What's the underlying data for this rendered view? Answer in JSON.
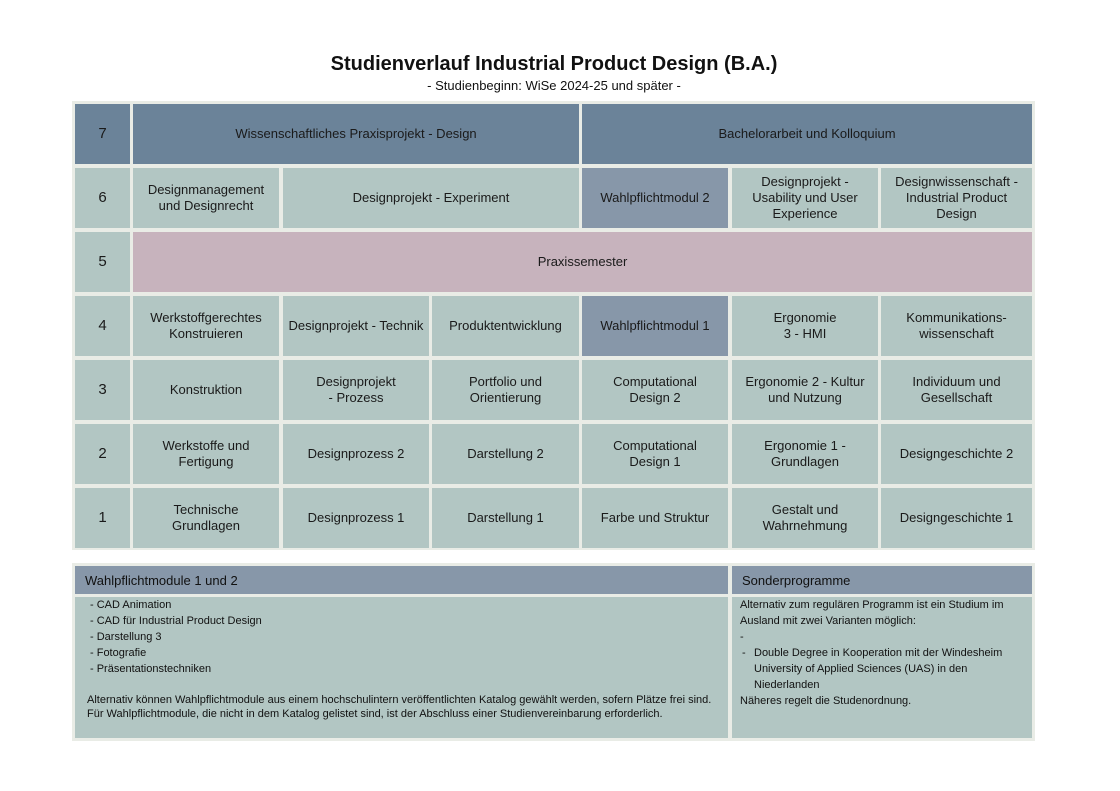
{
  "header": {
    "title": "Studienverlauf Industrial Product Design (B.A.)",
    "subtitle": "- Studienbeginn: WiSe 2024-25 und später -"
  },
  "semesters": {
    "s7": {
      "label": "7",
      "mod1": "Wissenschaftliches Praxisprojekt - Design",
      "mod2": "Bachelorarbeit und Kolloquium"
    },
    "s6": {
      "label": "6",
      "mod1": "Designmanagement und Designrecht",
      "mod2": "Designprojekt - Experiment",
      "mod3": "Wahlpflichtmodul 2",
      "mod4": "Designprojekt - Usability und User Experience",
      "mod5": "Designwissenschaft - Industrial Product Design"
    },
    "s5": {
      "label": "5",
      "mod1": "Praxissemester"
    },
    "s4": {
      "label": "4",
      "mod1": "Werkstoffgerechtes Konstruieren",
      "mod2": "Designprojekt - Technik",
      "mod3": "Produktentwicklung",
      "mod4": "Wahlpflichtmodul 1",
      "mod5": "Ergonomie 3 - HMI",
      "mod6": "Kommunikations-wissenschaft"
    },
    "s3": {
      "label": "3",
      "mod1": "Konstruktion",
      "mod2": "Designprojekt - Prozess",
      "mod3": "Portfolio und Orientierung",
      "mod4": "Computational Design 2",
      "mod5": "Ergonomie 2 - Kultur und Nutzung",
      "mod6": "Individuum und Gesellschaft"
    },
    "s2": {
      "label": "2",
      "mod1": "Werkstoffe und Fertigung",
      "mod2": "Designprozess 2",
      "mod3": "Darstellung 2",
      "mod4": "Computational Design 1",
      "mod5": "Ergonomie 1 - Grundlagen",
      "mod6": "Designgeschichte 2"
    },
    "s1": {
      "label": "1",
      "mod1": "Technische Grundlagen",
      "mod2": "Designprozess 1",
      "mod3": "Darstellung 1",
      "mod4": "Farbe und Struktur",
      "mod5": "Gestalt und Wahrnehmung",
      "mod6": "Designgeschichte 1"
    }
  },
  "wahlpflicht": {
    "title": "Wahlpflichtmodule 1 und 2",
    "items": [
      "- CAD Animation",
      "- CAD für Industrial Product Design",
      "- Darstellung 3",
      "- Fotografie",
      "- Präsentationstechniken"
    ],
    "note": "Alternativ können Wahlpflichtmodule aus einem hochschulintern veröffentlichten Katalog gewählt werden, sofern Plätze frei sind. Für Wahlpflichtmodule, die nicht in dem Katalog gelistet sind, ist der Abschluss einer Studienvereinbarung erforderlich."
  },
  "sonder": {
    "title": "Sonderprogramme",
    "intro": "Alternativ zum regulären Programm ist ein Studium im Ausland mit zwei Varianten möglich:",
    "dash": "-",
    "bullet_marker": "-",
    "bullet": "Double Degree in Kooperation mit der Windesheim University of Applied Sciences (UAS) in den Niederlanden",
    "outro": "Näheres regelt die Studenordnung."
  },
  "colors": {
    "module": "#b2c6c3",
    "semester": "#b2c6c3",
    "dark_header": "#6b8399",
    "wahlpflicht": "#8797a9",
    "praxis": "#c7b3bd",
    "frame": "#e9ece6"
  }
}
